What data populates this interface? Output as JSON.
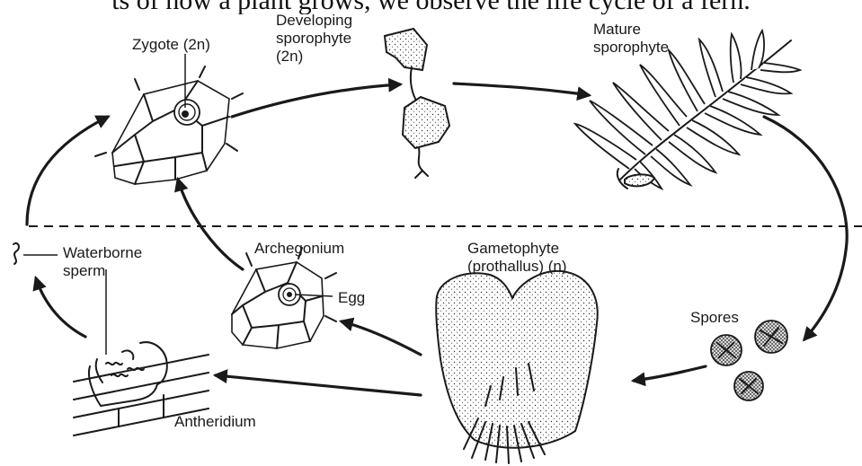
{
  "caption": "ts of how a plant grows, we observe the life cycle of a fern.",
  "labels": {
    "zygote": "Zygote (2n)",
    "developing_line1": "Developing",
    "developing_line2": "sporophyte",
    "developing_line3": "(2n)",
    "mature_line1": "Mature",
    "mature_line2": "sporophyte",
    "waterborne_line1": "Waterborne",
    "waterborne_line2": "sperm",
    "archegonium": "Archegonium",
    "egg": "Egg",
    "gametophyte_line1": "Gametophyte",
    "gametophyte_line2": "(prothallus) (n)",
    "spores": "Spores",
    "antheridium": "Antheridium"
  },
  "colors": {
    "ink": "#1a1a1a",
    "background": "#ffffff"
  },
  "divider": "dashed line separating diploid (2n) and haploid (n) phases"
}
